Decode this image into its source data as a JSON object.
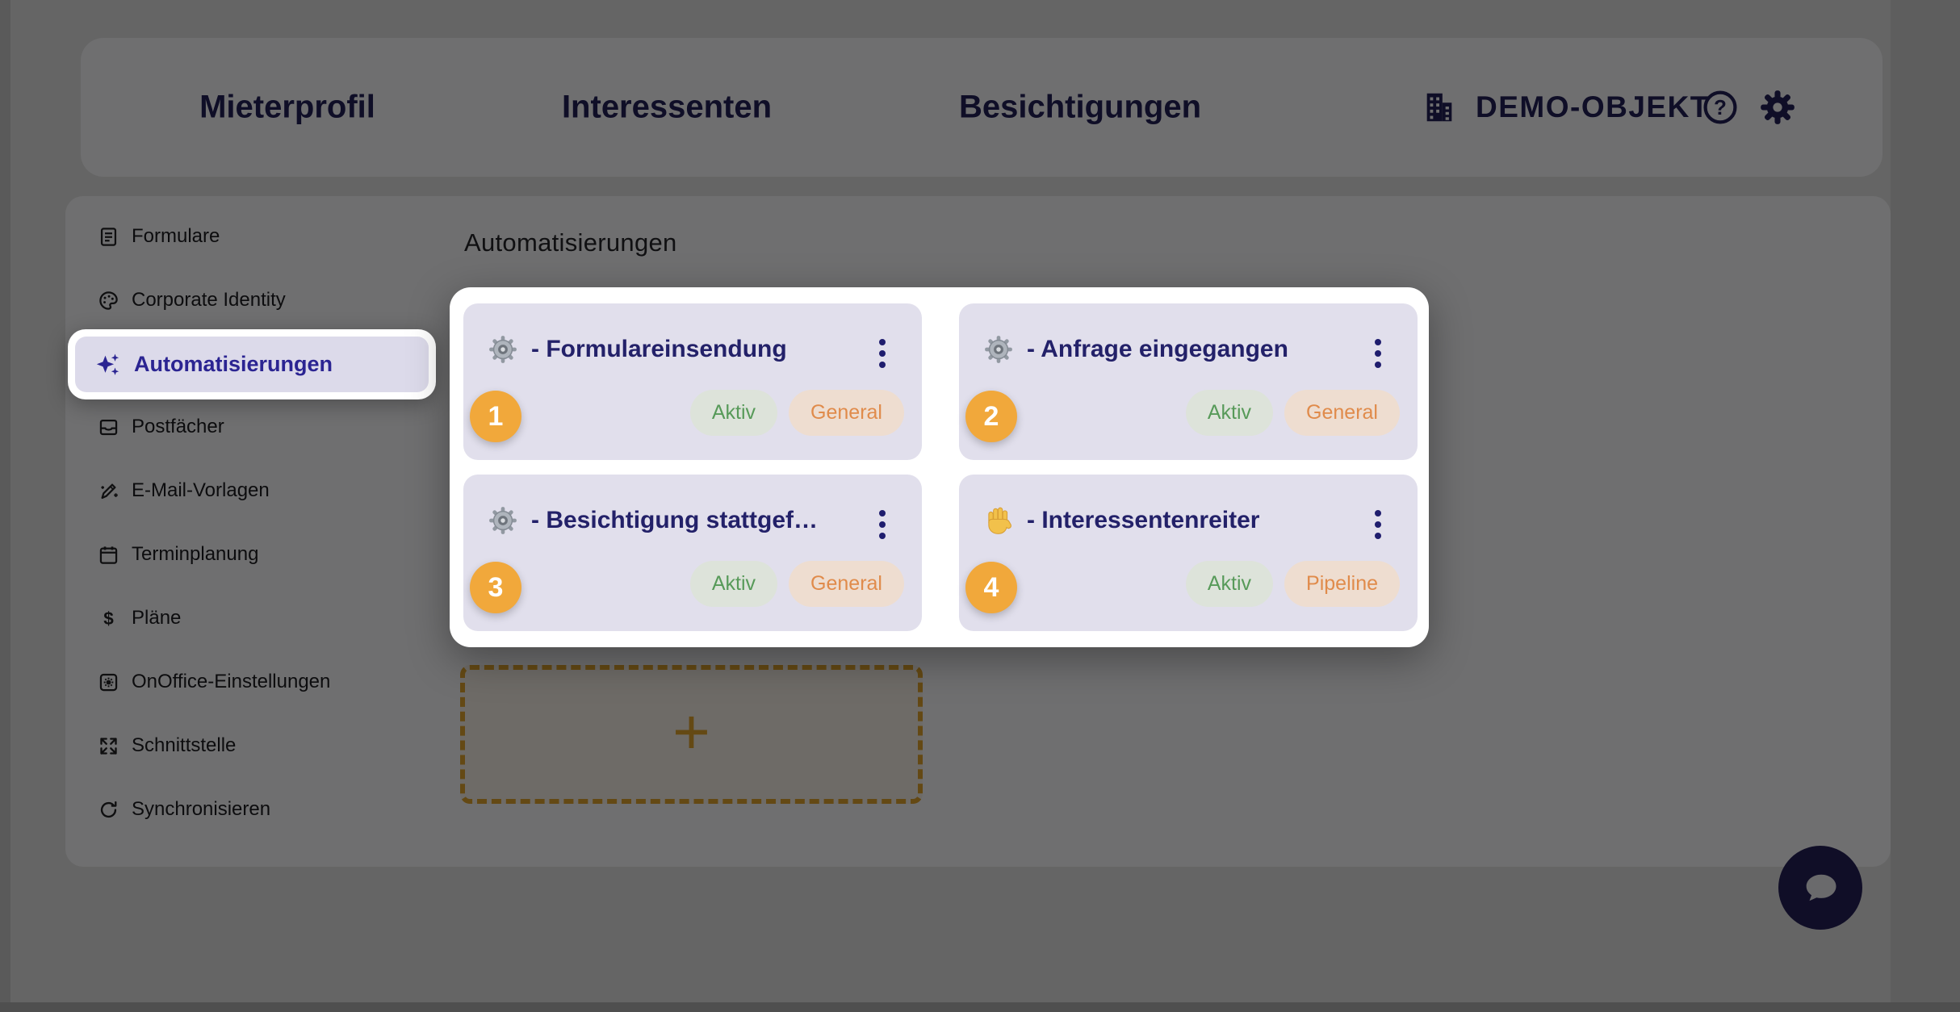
{
  "topnav": {
    "items": [
      {
        "label": "Mieterprofil"
      },
      {
        "label": "Interessenten"
      },
      {
        "label": "Besichtigungen"
      }
    ],
    "object": {
      "icon": "building-icon",
      "label": "DEMO-OBJEKT"
    },
    "help_icon": "help-circle-icon",
    "settings_icon": "settings-gear-icon"
  },
  "sidebar": {
    "items": [
      {
        "label": "Formulare",
        "icon": "form-icon"
      },
      {
        "label": "Corporate Identity",
        "icon": "palette-icon"
      },
      {
        "label": "Automatisierungen",
        "icon": "sparkles-icon",
        "active": true
      },
      {
        "label": "Postfächer",
        "icon": "inbox-icon"
      },
      {
        "label": "E-Mail-Vorlagen",
        "icon": "pencil-sparkle-icon"
      },
      {
        "label": "Terminplanung",
        "icon": "calendar-icon"
      },
      {
        "label": "Pläne",
        "icon": "dollar-icon"
      },
      {
        "label": "OnOffice-Einstellungen",
        "icon": "gear-box-icon"
      },
      {
        "label": "Schnittstelle",
        "icon": "expand-arrows-icon"
      },
      {
        "label": "Synchronisieren",
        "icon": "sync-icon"
      }
    ]
  },
  "main": {
    "heading": "Automatisierungen",
    "cards": [
      {
        "step": "1",
        "emoji": "gear-emoji",
        "title": "- Formulareinsendung",
        "status": "Aktiv",
        "tag": "General"
      },
      {
        "step": "2",
        "emoji": "gear-emoji",
        "title": "- Anfrage eingegangen",
        "status": "Aktiv",
        "tag": "General"
      },
      {
        "step": "3",
        "emoji": "gear-emoji",
        "title": "- Besichtigung stattgef…",
        "status": "Aktiv",
        "tag": "General"
      },
      {
        "step": "4",
        "emoji": "hand-emoji",
        "title": "- Interessentenreiter",
        "status": "Aktiv",
        "tag": "Pipeline"
      }
    ],
    "add_tile": {
      "plus_label": "+"
    }
  },
  "chat": {
    "icon": "chat-bubble-icon"
  },
  "colors": {
    "accent_indigo": "#2b2492",
    "title_navy": "#232169",
    "nav_navy": "#232158",
    "step_badge_amber": "#f1a83b",
    "status_green": "#579a59",
    "tag_orange": "#e08b4b",
    "card_lavender": "#e1dfec",
    "dashed_gold": "#e2a42d",
    "chat_navy": "#262058"
  }
}
